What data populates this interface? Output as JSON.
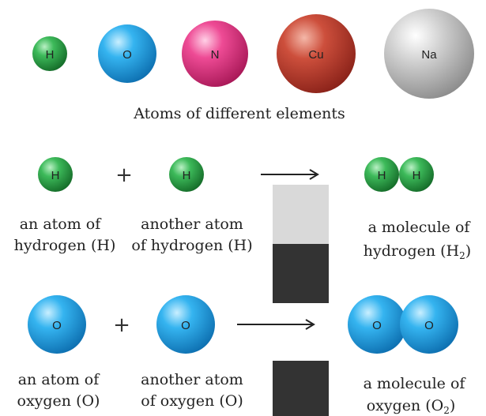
{
  "row1": {
    "atoms": [
      {
        "symbol": "H",
        "color": "#1f9a3a"
      },
      {
        "symbol": "O",
        "color": "#1e9be0"
      },
      {
        "symbol": "N",
        "color": "#e8357f"
      },
      {
        "symbol": "Cu",
        "color": "#c0392b"
      },
      {
        "symbol": "Na",
        "color": "#bdbdbd"
      }
    ],
    "caption": "Atoms of different elements"
  },
  "hydrogen": {
    "plus": "+",
    "arrow": "⟶",
    "atom_a_symbol": "H",
    "atom_b_symbol": "H",
    "molecule_symbols": [
      "H",
      "H"
    ],
    "caption_left": [
      "an atom of",
      "hydrogen (H)"
    ],
    "caption_mid": [
      "another atom",
      "of hydrogen (H)"
    ],
    "caption_right_1": "a molecule of",
    "caption_right_2_text": "hydrogen (H",
    "caption_right_2_sub": "2",
    "caption_right_2_end": ")",
    "color": "#1f9a3a"
  },
  "oxygen": {
    "plus": "+",
    "arrow": "⟶",
    "atom_a_symbol": "O",
    "atom_b_symbol": "O",
    "molecule_symbols": [
      "O",
      "O"
    ],
    "caption_left": [
      "an atom of",
      "oxygen (O)"
    ],
    "caption_mid": [
      "another atom",
      "of oxygen (O)"
    ],
    "caption_right_1": "a molecule of",
    "caption_right_2_text": "oxygen (O",
    "caption_right_2_sub": "2",
    "caption_right_2_end": ")",
    "color": "#1e9be0"
  },
  "colors": {
    "bar_light": "#d9d9d9",
    "bar_dark": "#333333"
  }
}
